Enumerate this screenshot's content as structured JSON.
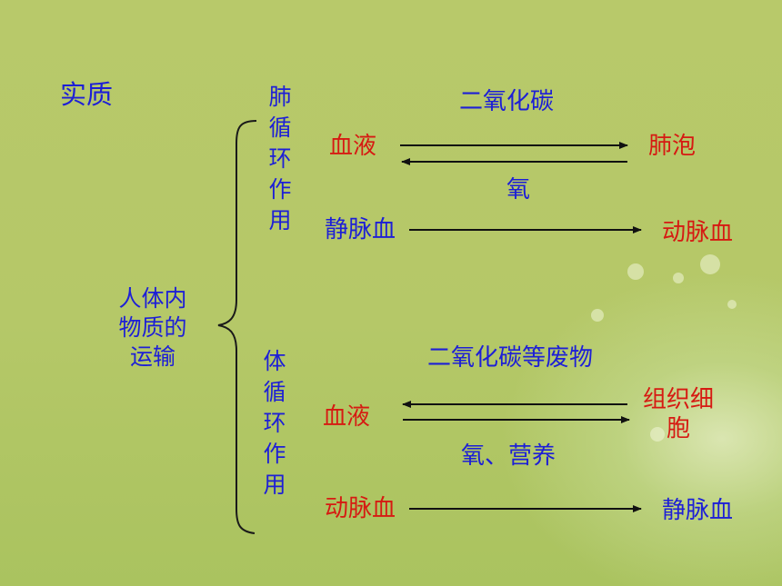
{
  "title": "实质",
  "root_label_lines": [
    "人体内",
    "物质的",
    "运输"
  ],
  "pulmonary": {
    "label_chars": [
      "肺",
      "循",
      "环",
      "作",
      "用"
    ],
    "top_label": "二氧化碳",
    "left_node": "血液",
    "right_node": "肺泡",
    "bottom_label": "氧",
    "from_blood": "静脉血",
    "to_blood": "动脉血"
  },
  "systemic": {
    "label_chars": [
      "体",
      "循",
      "环",
      "作",
      "用"
    ],
    "top_label": "二氧化碳等废物",
    "left_node": "血液",
    "right_node_lines": [
      "组织细",
      "胞"
    ],
    "bottom_label": "氧、营养",
    "from_blood": "动脉血",
    "to_blood": "静脉血"
  }
}
